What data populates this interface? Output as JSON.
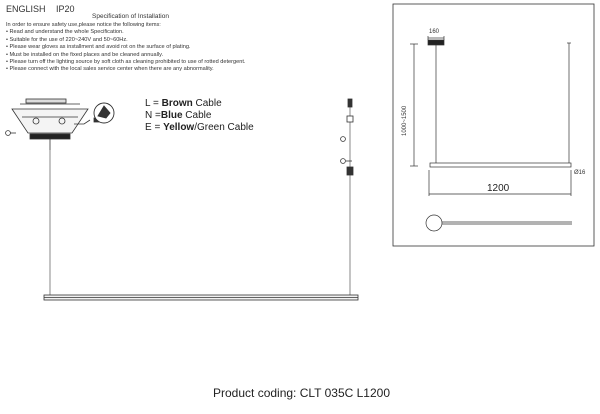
{
  "header": {
    "language": "ENGLISH",
    "ip_rating": "IP20"
  },
  "spec": {
    "title": "Specification of Installation",
    "items": [
      "In order to ensure safety use,please notice the following items:",
      "• Read and understand the whole Specification.",
      "• Suitable for the use of 220~240V and 50~60Hz.",
      "• Please wear gloves as installment and avoid rot on the surface of plating.",
      "• Must be installed on the fixed places and be cleaned annually.",
      "• Please turn off the lighting source by soft cloth as cleaning prohibited to use of rotted detergent.",
      "• Please connect with the local sales service center when there are any abnormality."
    ]
  },
  "wiring": {
    "lines": [
      {
        "key": "L",
        "sep": " = ",
        "strong": "Brown",
        "rest": " Cable"
      },
      {
        "key": "N",
        "sep": " =",
        "strong": "Blue",
        "rest": " Cable"
      },
      {
        "key": "E",
        "sep": " = ",
        "strong": "Yellow",
        "rest": "/Green Cable"
      }
    ]
  },
  "dimensions": {
    "canopy": "160",
    "height": "1000~1500",
    "diameter": "Ø16",
    "length": "1200"
  },
  "footer": {
    "product_coding": "Product coding: CLT 035C L1200"
  },
  "icons": [
    "ceiling-canopy-icon",
    "ground-symbol-icon",
    "screwdriver-icon",
    "hand-icon",
    "arrow-icon"
  ]
}
